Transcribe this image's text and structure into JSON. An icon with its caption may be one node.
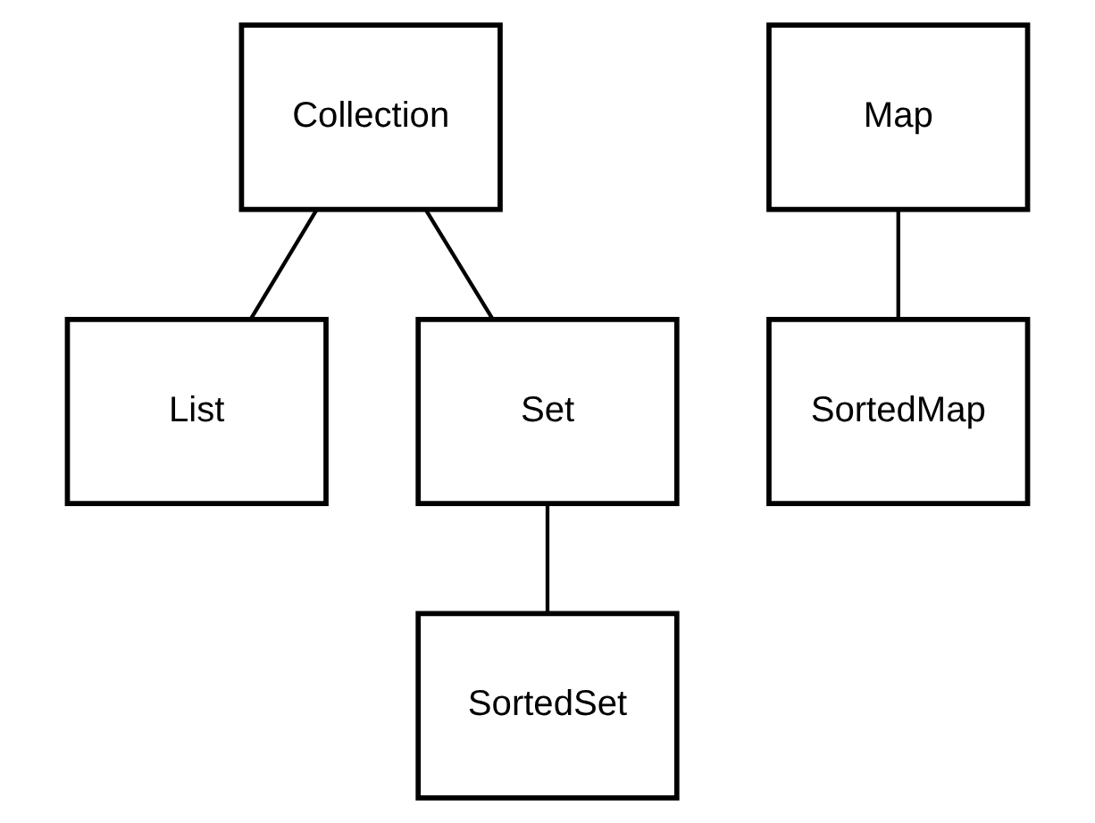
{
  "diagram": {
    "nodes": [
      {
        "text": [
          "Collection"
        ]
      },
      {
        "text": [
          "List"
        ]
      },
      {
        "text": [
          "Set"
        ]
      },
      {
        "text": [
          "SortedSet"
        ]
      },
      {
        "text": [
          "Map"
        ]
      },
      {
        "text": [
          "SortedMap"
        ]
      }
    ],
    "edges": [
      {
        "from": 0,
        "to": 1,
        "arrow": "none"
      },
      {
        "from": 0,
        "to": 2,
        "arrow": "none"
      },
      {
        "from": 2,
        "to": 3,
        "arrow": "none"
      },
      {
        "from": 4,
        "to": 5,
        "arrow": "none"
      }
    ]
  }
}
